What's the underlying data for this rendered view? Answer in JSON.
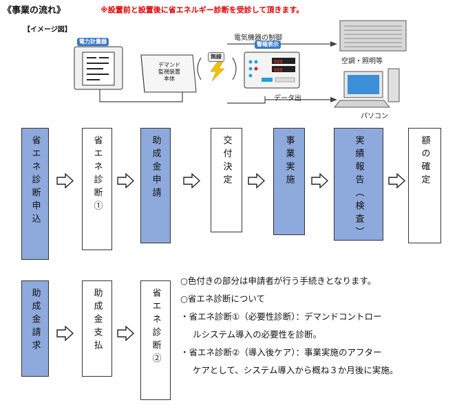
{
  "header": {
    "title": "《事業の流れ》",
    "note": "※設置前と設置後に省エネルギー診断を受診して頂きます。",
    "image_label": "【イメージ図】"
  },
  "illustration": {
    "meter_tag": "電力計量器",
    "monitor_lines": [
      "デマンド",
      "監視装置",
      "本体"
    ],
    "wireless": "無線",
    "alarm_tag": "警報表示",
    "control_label": "電気機器の制御",
    "aircon_label": "空調・照明等",
    "data_label": "データ出",
    "pc_label": "パソコン"
  },
  "flow_row1": [
    {
      "label": "省エネ診断申込",
      "shaded": true
    },
    {
      "label": "省エネ診断①",
      "shaded": false
    },
    {
      "label": "助成金申請",
      "shaded": true
    },
    {
      "label": "交付決定",
      "shaded": false
    },
    {
      "label": "事業実施",
      "shaded": true
    },
    {
      "label": "実績報告（検査）",
      "shaded": true
    },
    {
      "label": "額の確定",
      "shaded": false
    }
  ],
  "flow_row2": [
    {
      "label": "助成金請求",
      "shaded": true
    },
    {
      "label": "助成金支払",
      "shaded": false
    },
    {
      "label": "省エネ診断②",
      "shaded": false
    }
  ],
  "legend": {
    "line1": "○色付きの部分は申請者が行う手続きとなります。",
    "line2": "○省エネ診断について",
    "line3": "・省エネ診断①（必要性診断）：デマンドコントロー",
    "line4": "ルシステム導入の必要性を診断。",
    "line5": "・省エネ診断②（導入後ケア）：事業実施のアフター",
    "line6": "ケアとして、システム導入から概ね３か月後に実施。"
  },
  "colors": {
    "shaded": "#8ea9db",
    "note_red": "#e00000",
    "tag_blue": "#3a78c4"
  }
}
